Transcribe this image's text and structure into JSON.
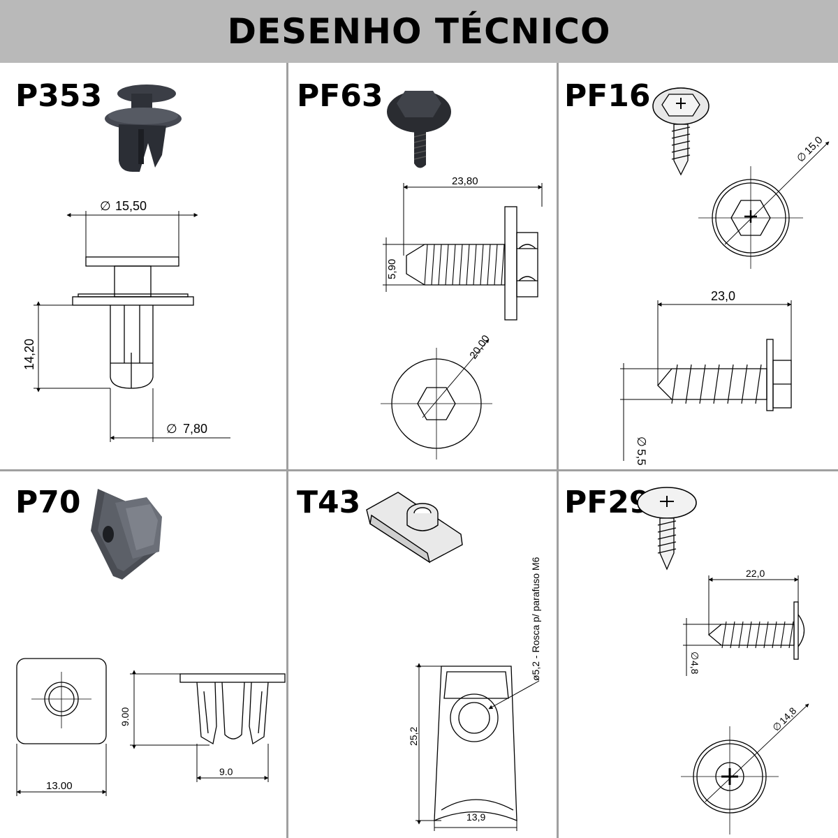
{
  "title": "DESENHO TÉCNICO",
  "colors": {
    "header_bg": "#b9b9b9",
    "grid_line": "#a0a0a0"
  },
  "parts": [
    {
      "code": "P353",
      "dims": {
        "head_dia": "15,50",
        "height": "14,20",
        "shank_dia": "7,80"
      }
    },
    {
      "code": "PF63",
      "dims": {
        "length": "23,80",
        "thread_dia": "5,90",
        "washer_dia": "20,00"
      }
    },
    {
      "code": "PF16",
      "dims": {
        "washer_dia": "15,0",
        "length": "23,0",
        "thread_dia": "5,5"
      }
    },
    {
      "code": "P70",
      "dims": {
        "width": "13.00",
        "height": "9.00",
        "base": "9.0"
      }
    },
    {
      "code": "T43",
      "dims": {
        "thread_note": "ø5,2 - Rosca p/ parafuso M6",
        "height": "25,2",
        "width": "13,9"
      }
    },
    {
      "code": "PF29",
      "dims": {
        "length": "22,0",
        "thread_dia": "4,8",
        "washer_dia": "14,8"
      }
    }
  ]
}
